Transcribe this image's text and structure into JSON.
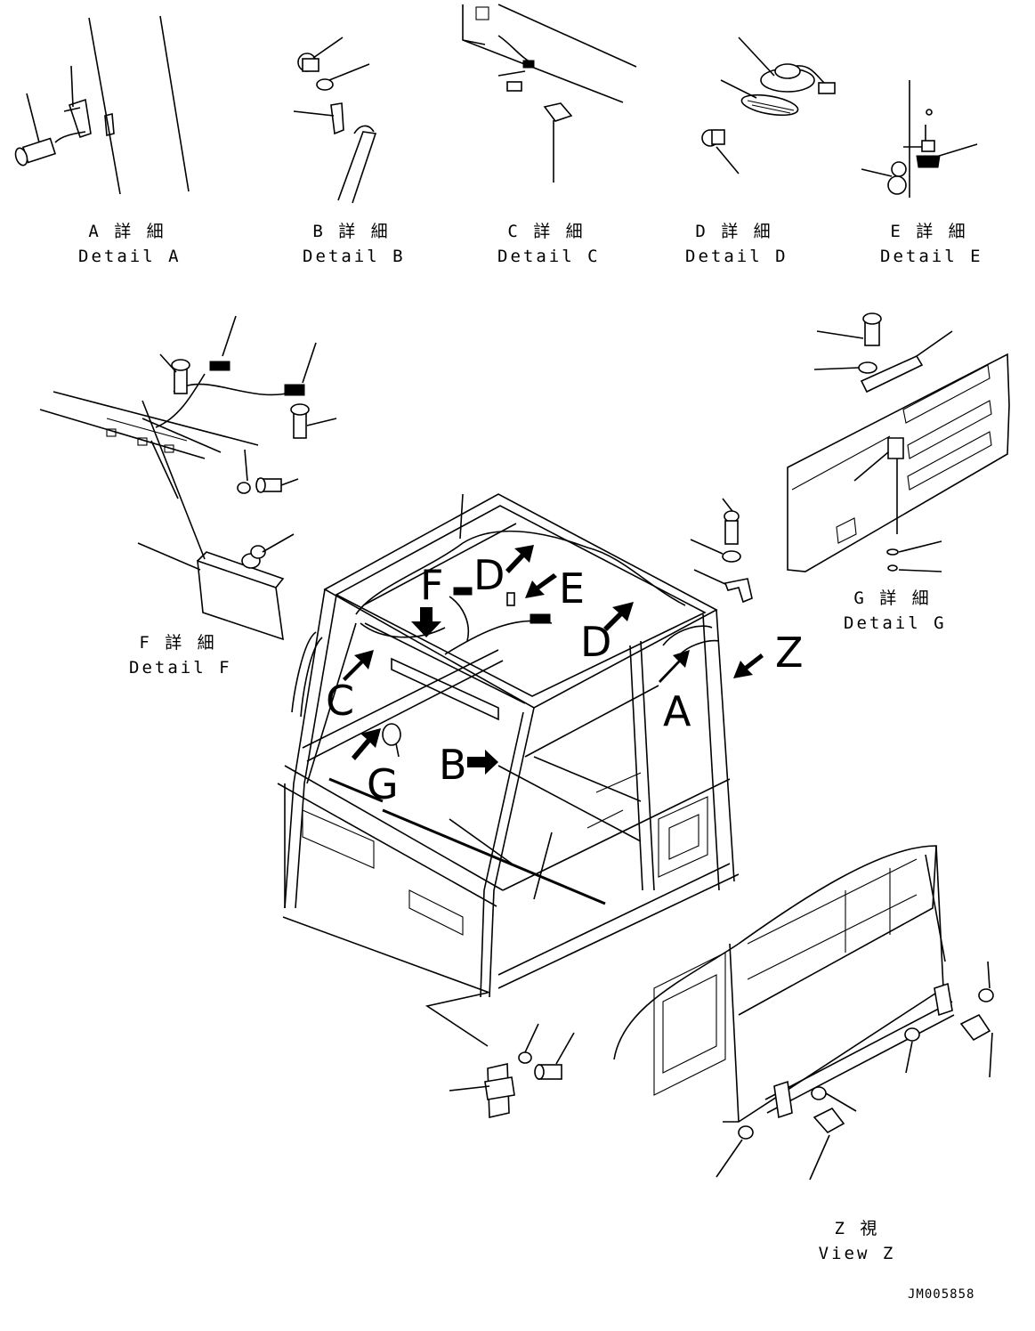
{
  "details": {
    "A": {
      "jp": "A 詳 細",
      "en": "Detail A"
    },
    "B": {
      "jp": "B 詳 細",
      "en": "Detail B"
    },
    "C": {
      "jp": "C 詳 細",
      "en": "Detail C"
    },
    "D": {
      "jp": "D 詳 細",
      "en": "Detail D"
    },
    "E": {
      "jp": "E 詳 細",
      "en": "Detail E"
    },
    "F": {
      "jp": "F 詳 細",
      "en": "Detail F"
    },
    "G": {
      "jp": "G 詳 細",
      "en": "Detail G"
    }
  },
  "view": {
    "jp": "Z 視",
    "en": "View Z"
  },
  "markers": {
    "A": "A",
    "B": "B",
    "C": "C",
    "D1": "D",
    "D2": "D",
    "E": "E",
    "F": "F",
    "G": "G",
    "Z": "Z"
  },
  "drawing_code": "JM005858"
}
